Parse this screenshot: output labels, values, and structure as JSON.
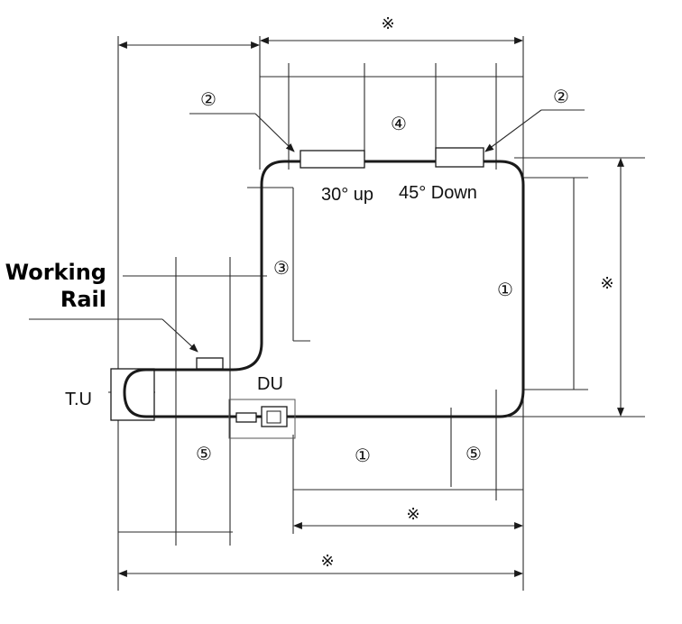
{
  "labels": {
    "working_rail_line1": "Working",
    "working_rail_line2": "Rail",
    "angle_up": "30° up",
    "angle_down": "45° Down",
    "du": "DU",
    "tu": "T.U"
  },
  "markers": {
    "circled_1": "①",
    "circled_2": "②",
    "circled_3": "③",
    "circled_4": "④",
    "circled_5": "⑤",
    "ref_mark": "※"
  }
}
